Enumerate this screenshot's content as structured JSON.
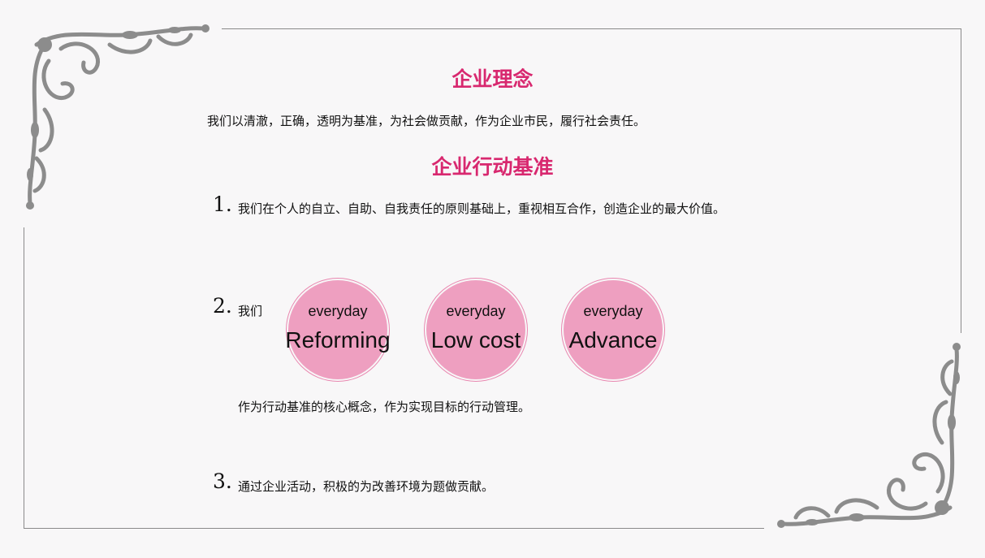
{
  "section1": {
    "title": "企业理念",
    "text": "我们以清澈，正确，透明为基准，为社会做贡献，作为企业市民，履行社会责任。"
  },
  "section2": {
    "title": "企业行动基准",
    "items": [
      {
        "num": "1.",
        "text": "我们在个人的自立、自助、自我责任的原则基础上，重视相互合作，创造企业的最大价值。"
      },
      {
        "num": "2.",
        "text": "我们",
        "text2": "作为行动基准的核心概念，作为实现目标的行动管理。"
      },
      {
        "num": "3.",
        "text": "通过企业活动，积极的为改善环境为题做贡献。"
      }
    ],
    "circles": [
      {
        "small": "everyday",
        "big": "Reforming"
      },
      {
        "small": "everyday",
        "big": "Low cost"
      },
      {
        "small": "everyday",
        "big": "Advance"
      }
    ]
  },
  "colors": {
    "accent": "#d8286f",
    "circle": "#ee9fc0",
    "ornament": "#8c8c8c"
  }
}
